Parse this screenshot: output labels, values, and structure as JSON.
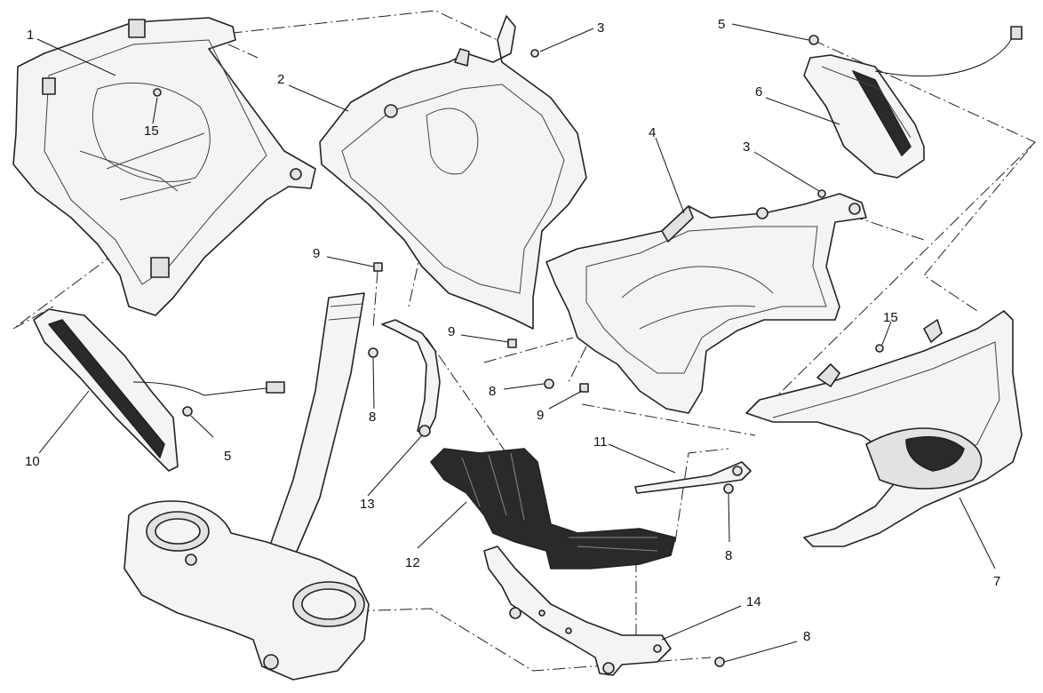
{
  "callouts": [
    {
      "id": "c1",
      "label": "1"
    },
    {
      "id": "c2",
      "label": "2"
    },
    {
      "id": "c3a",
      "label": "3"
    },
    {
      "id": "c3b",
      "label": "3"
    },
    {
      "id": "c4",
      "label": "4"
    },
    {
      "id": "c5a",
      "label": "5"
    },
    {
      "id": "c5b",
      "label": "5"
    },
    {
      "id": "c6",
      "label": "6"
    },
    {
      "id": "c7",
      "label": "7"
    },
    {
      "id": "c8a",
      "label": "8"
    },
    {
      "id": "c8b",
      "label": "8"
    },
    {
      "id": "c8c",
      "label": "8"
    },
    {
      "id": "c8d",
      "label": "8"
    },
    {
      "id": "c9a",
      "label": "9"
    },
    {
      "id": "c9b",
      "label": "9"
    },
    {
      "id": "c9c",
      "label": "9"
    },
    {
      "id": "c10",
      "label": "10"
    },
    {
      "id": "c11",
      "label": "11"
    },
    {
      "id": "c12",
      "label": "12"
    },
    {
      "id": "c13",
      "label": "13"
    },
    {
      "id": "c14",
      "label": "14"
    },
    {
      "id": "c15a",
      "label": "15"
    },
    {
      "id": "c15b",
      "label": "15"
    }
  ]
}
